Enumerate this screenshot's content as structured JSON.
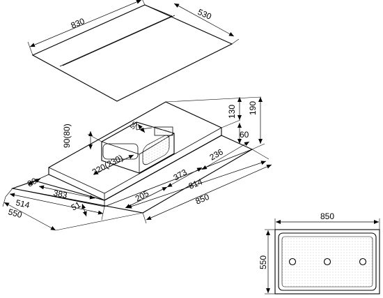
{
  "panel": {
    "length": "830",
    "width": "530"
  },
  "hood": {
    "overall_height": "190",
    "upper_height": "130",
    "lower_height": "60",
    "depth_right": "236",
    "mid_length": "373",
    "inner_length": "814",
    "overall_length": "850",
    "outlet_offset": "205",
    "outlet_width": "220(230)",
    "outlet_height": "90(80)",
    "small_height": "55",
    "front_offset": "80",
    "front_depth": "383",
    "gap": "51",
    "depth_inner": "514",
    "depth_overall": "550"
  },
  "plan": {
    "width": "850",
    "height": "550"
  }
}
